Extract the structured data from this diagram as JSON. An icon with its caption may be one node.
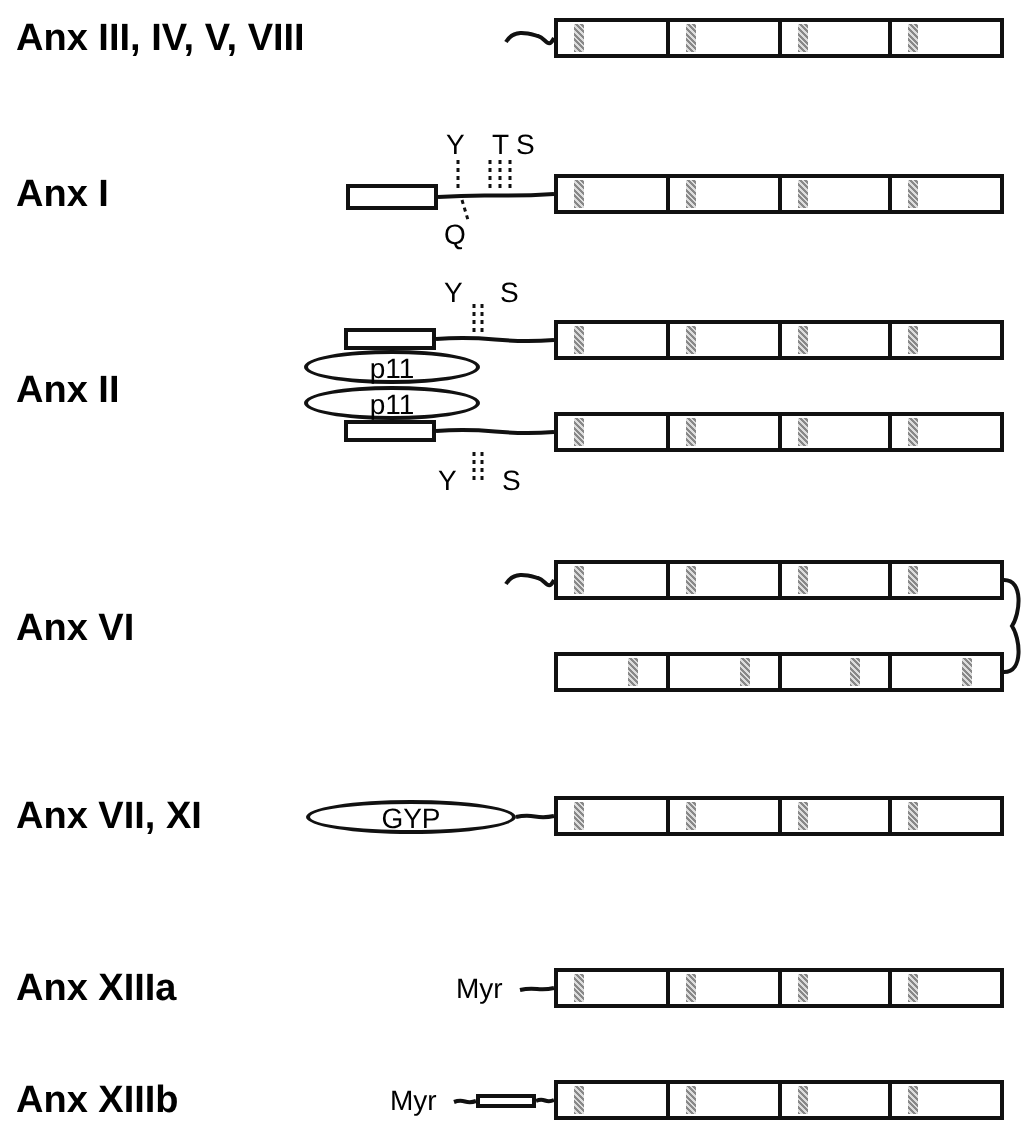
{
  "diagram": {
    "nodes": [
      {
        "text": [],
        "shape": "bar"
      },
      {
        "text": [],
        "shape": "box"
      },
      {
        "text": [],
        "shape": "bar"
      },
      {
        "text": [],
        "shape": "box"
      },
      {
        "text": [
          "p11"
        ]
      },
      {
        "text": [
          "p11"
        ]
      },
      {
        "text": [],
        "shape": "box"
      },
      {
        "text": [],
        "shape": "bar"
      },
      {
        "text": [],
        "shape": "bar"
      },
      {
        "text": [],
        "shape": "bar"
      },
      {
        "text": [],
        "shape": "bar"
      },
      {
        "text": [
          "GYP"
        ]
      },
      {
        "text": [],
        "shape": "bar"
      },
      {
        "text": [
          "Myr"
        ]
      },
      {
        "text": [],
        "shape": "bar"
      },
      {
        "text": [
          "Myr"
        ]
      },
      {
        "text": [],
        "shape": "box"
      },
      {
        "text": [],
        "shape": "bar"
      }
    ],
    "edges": [
      {
        "from": null,
        "to": 0,
        "arrow": "none"
      },
      {
        "from": 1,
        "to": 2,
        "arrow": "none"
      },
      {
        "from": 3,
        "to": 7,
        "arrow": "none"
      },
      {
        "from": 6,
        "to": 8,
        "arrow": "none"
      },
      {
        "from": null,
        "to": 9,
        "arrow": "none"
      },
      {
        "from": 9,
        "to": 10,
        "arrow": "none"
      },
      {
        "from": 11,
        "to": 12,
        "arrow": "none"
      },
      {
        "from": 13,
        "to": 14,
        "arrow": "none"
      },
      {
        "from": 15,
        "to": 16,
        "arrow": "none"
      },
      {
        "from": 16,
        "to": 17,
        "arrow": "none"
      }
    ],
    "labels": [
      "Anx III, IV, V, VIII",
      "Y",
      "T",
      "S",
      "Anx I",
      "Q",
      "Y",
      "S",
      "Anx II",
      "Y",
      "S",
      "Anx VI",
      "Anx VII, XI",
      "Anx XIIIa",
      "Anx XIIIb"
    ]
  }
}
